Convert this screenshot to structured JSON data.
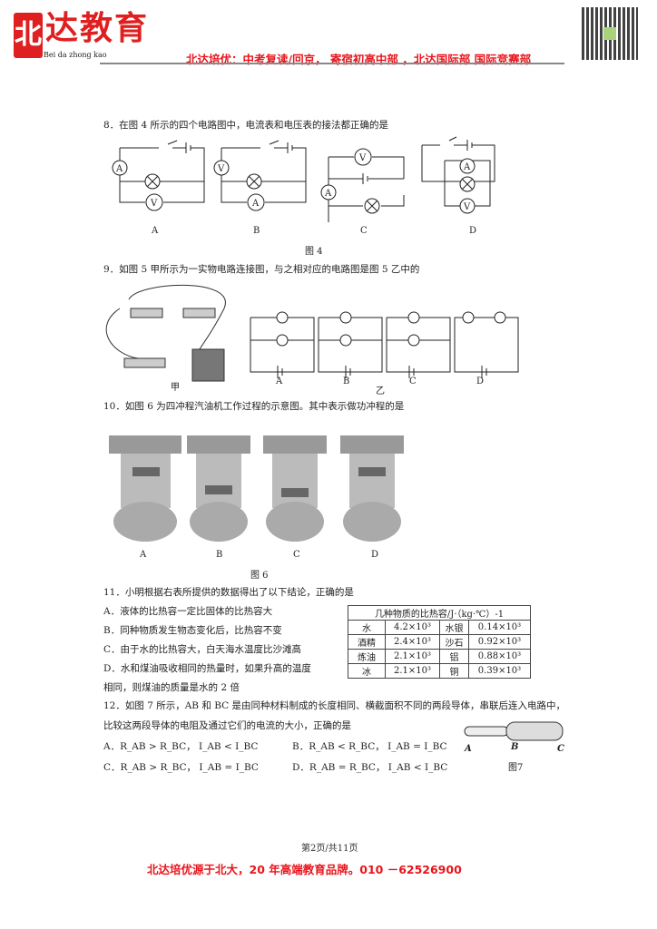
{
  "header": {
    "logo_char": "北",
    "logo_text": "达教育",
    "logo_sub": "Bei da zhong kao",
    "slogan": "北达培优：中考复读/回京， 寄宿初高中部 ，北达国际部 国际竞赛部"
  },
  "q8": {
    "text": "8．在图 4 所示的四个电路图中，电流表和电压表的接法都正确的是",
    "labels": [
      "A",
      "B",
      "C",
      "D"
    ],
    "figure": "图 4"
  },
  "q9": {
    "text": "9．如图 5 甲所示为一实物电路连接图，与之相对应的电路图是图 5 乙中的",
    "labels": [
      "A",
      "B",
      "C",
      "D"
    ],
    "jia": "甲",
    "yi": "乙"
  },
  "q10": {
    "text": "10．如图 6 为四冲程汽油机工作过程的示意图。其中表示做功冲程的是",
    "labels": [
      "A",
      "B",
      "C",
      "D"
    ],
    "figure": "图 6"
  },
  "q11": {
    "text": "11．小明根据右表所提供的数据得出了以下结论，正确的是",
    "options": [
      "A．液体的比热容一定比固体的比热容大",
      "B．同种物质发生物态变化后，比热容不变",
      "C．由于水的比热容大，白天海水温度比沙滩高",
      "D．水和煤油吸收相同的热量时，如果升高的温度"
    ],
    "option_cont": "相同，则煤油的质量是水的 2 倍",
    "table": {
      "title": "几种物质的比热容/J·（kg·℃）-1",
      "rows": [
        [
          "水",
          "4.2×10³",
          "水银",
          "0.14×10³"
        ],
        [
          "酒精",
          "2.4×10³",
          "沙石",
          "0.92×10³"
        ],
        [
          "炼油",
          "2.1×10³",
          "铝",
          "0.88×10³"
        ],
        [
          "冰",
          "2.1×10³",
          "铜",
          "0.39×10³"
        ]
      ]
    }
  },
  "q12": {
    "text1": "12．如图 7 所示，AB 和 BC 是由同种材料制成的长度相同、横截面积不同的两段导体，串联后连入电路中，",
    "text2": "比较这两段导体的电阻及通过它们的电流的大小，正确的是",
    "options": [
      "A．R_AB > R_BC， I_AB < I_BC",
      "B．R_AB < R_BC， I_AB = I_BC",
      "C．R_AB > R_BC， I_AB = I_BC",
      "D．R_AB = R_BC， I_AB < I_BC"
    ],
    "fig_labels": [
      "A",
      "B",
      "C"
    ],
    "figure": "图7"
  },
  "page_number": "第2页/共11页",
  "footer": "北达培优源于北大，20 年高端教育品牌。010 －62526900"
}
